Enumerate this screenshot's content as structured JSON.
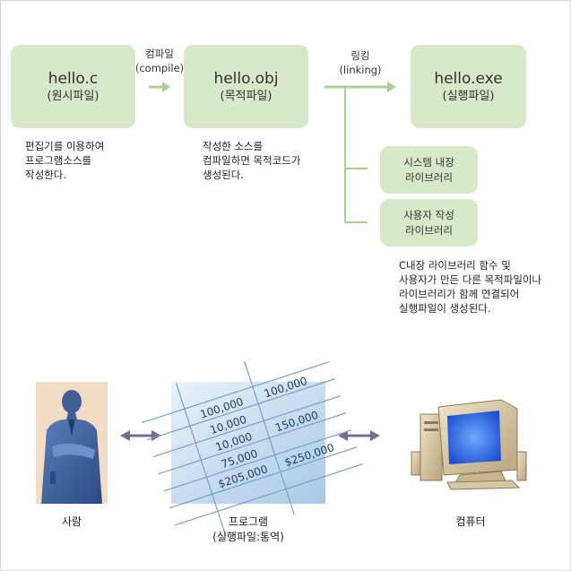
{
  "boxes": {
    "source": {
      "name": "hello.c",
      "type": "(원시파일)"
    },
    "object": {
      "name": "hello.obj",
      "type": "(목적파일)"
    },
    "exe": {
      "name": "hello.exe",
      "type": "(실행파일)"
    }
  },
  "arrows": {
    "compile": {
      "line1": "컴파일",
      "line2": "(compile)"
    },
    "linking": {
      "line1": "링킹",
      "line2": "(linking)"
    }
  },
  "libraries": {
    "system": {
      "line1": "시스템 내장",
      "line2": "라이브러리"
    },
    "user": {
      "line1": "사용자 작성",
      "line2": "라이브러리"
    }
  },
  "notes": {
    "editor": [
      "편집기를 이용하여",
      "프로그램소스를",
      "작성한다."
    ],
    "compiler": [
      "작성한 소스를",
      "컴파일하면 목적코드가",
      "생성된다."
    ],
    "linker": [
      "C내장 라이브러리 함수 및",
      "사용자가 만든 다른 목적파일이나",
      "라이브러리가 함께 연결되어",
      "실행파일이 생성된다."
    ]
  },
  "spreadsheet_values": [
    "100,000",
    "10,000",
    "10,000",
    "75,000",
    "$205,000",
    "100,000",
    "150,000",
    "$250,000"
  ],
  "captions": {
    "person": "사람",
    "program_line1": "프로그램",
    "program_line2": "(실행파일:통역)",
    "computer": "컴퓨터"
  },
  "colors": {
    "box_fill": "#d7e9c8",
    "connector": "#a9cf95",
    "double_arrow": "#707090"
  }
}
